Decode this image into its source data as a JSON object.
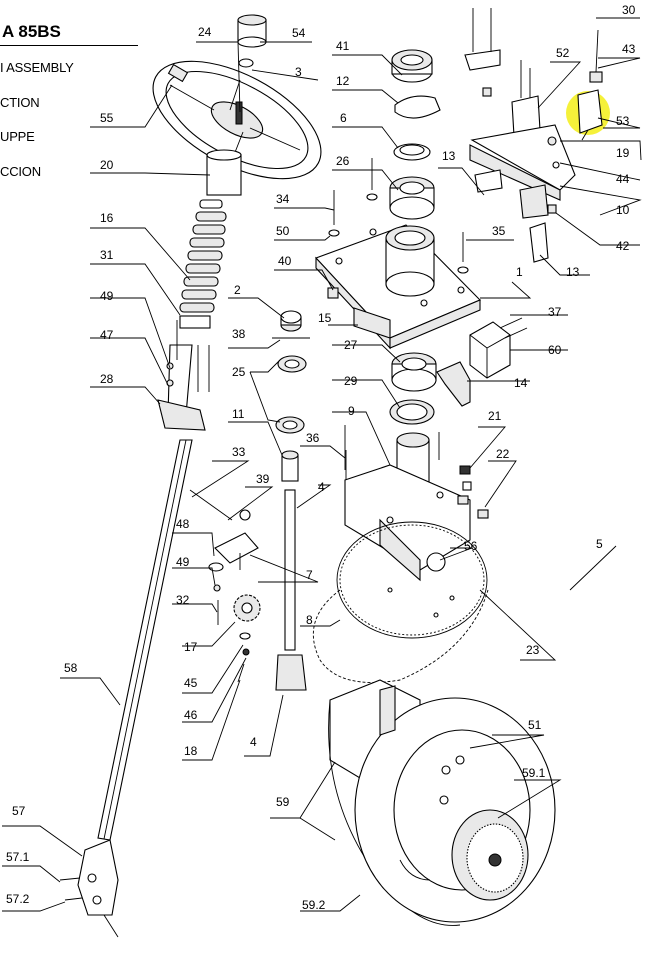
{
  "header": {
    "title": "A 85BS",
    "lines": [
      "I ASSEMBLY",
      "CTION",
      "UPPE",
      "CCION"
    ]
  },
  "highlight": {
    "color": "#f5f13a",
    "part": "53"
  },
  "callouts": [
    {
      "id": "c30",
      "label": "30"
    },
    {
      "id": "c43",
      "label": "43"
    },
    {
      "id": "c52",
      "label": "52"
    },
    {
      "id": "c53",
      "label": "53"
    },
    {
      "id": "c19",
      "label": "19"
    },
    {
      "id": "c44",
      "label": "44"
    },
    {
      "id": "c10",
      "label": "10"
    },
    {
      "id": "c42",
      "label": "42"
    },
    {
      "id": "c13a",
      "label": "13"
    },
    {
      "id": "c13b",
      "label": "13"
    },
    {
      "id": "c24",
      "label": "24"
    },
    {
      "id": "c54",
      "label": "54"
    },
    {
      "id": "c3",
      "label": "3"
    },
    {
      "id": "c41",
      "label": "41"
    },
    {
      "id": "c12",
      "label": "12"
    },
    {
      "id": "c55",
      "label": "55"
    },
    {
      "id": "c6",
      "label": "6"
    },
    {
      "id": "c26",
      "label": "26"
    },
    {
      "id": "c20",
      "label": "20"
    },
    {
      "id": "c34",
      "label": "34"
    },
    {
      "id": "c50",
      "label": "50"
    },
    {
      "id": "c35",
      "label": "35"
    },
    {
      "id": "c16",
      "label": "16"
    },
    {
      "id": "c40",
      "label": "40"
    },
    {
      "id": "c1",
      "label": "1"
    },
    {
      "id": "c31",
      "label": "31"
    },
    {
      "id": "c2",
      "label": "2"
    },
    {
      "id": "c15",
      "label": "15"
    },
    {
      "id": "c37",
      "label": "37"
    },
    {
      "id": "c49a",
      "label": "49"
    },
    {
      "id": "c38",
      "label": "38"
    },
    {
      "id": "c27",
      "label": "27"
    },
    {
      "id": "c60",
      "label": "60"
    },
    {
      "id": "c47",
      "label": "47"
    },
    {
      "id": "c25",
      "label": "25"
    },
    {
      "id": "c14",
      "label": "14"
    },
    {
      "id": "c28",
      "label": "28"
    },
    {
      "id": "c29",
      "label": "29"
    },
    {
      "id": "c11",
      "label": "11"
    },
    {
      "id": "c9",
      "label": "9"
    },
    {
      "id": "c36",
      "label": "36"
    },
    {
      "id": "c21",
      "label": "21"
    },
    {
      "id": "c33",
      "label": "33"
    },
    {
      "id": "c22",
      "label": "22"
    },
    {
      "id": "c39",
      "label": "39"
    },
    {
      "id": "c4a",
      "label": "4"
    },
    {
      "id": "c48",
      "label": "48"
    },
    {
      "id": "c56",
      "label": "56"
    },
    {
      "id": "c5",
      "label": "5"
    },
    {
      "id": "c49b",
      "label": "49"
    },
    {
      "id": "c7",
      "label": "7"
    },
    {
      "id": "c32",
      "label": "32"
    },
    {
      "id": "c8",
      "label": "8"
    },
    {
      "id": "c17",
      "label": "17"
    },
    {
      "id": "c23",
      "label": "23"
    },
    {
      "id": "c58",
      "label": "58"
    },
    {
      "id": "c45",
      "label": "45"
    },
    {
      "id": "c46",
      "label": "46"
    },
    {
      "id": "c18",
      "label": "18"
    },
    {
      "id": "c4b",
      "label": "4"
    },
    {
      "id": "c51",
      "label": "51"
    },
    {
      "id": "c59_1",
      "label": "59.1"
    },
    {
      "id": "c59",
      "label": "59"
    },
    {
      "id": "c57",
      "label": "57"
    },
    {
      "id": "c57_1",
      "label": "57.1"
    },
    {
      "id": "c57_2",
      "label": "57.2"
    },
    {
      "id": "c59_2",
      "label": "59.2"
    }
  ]
}
